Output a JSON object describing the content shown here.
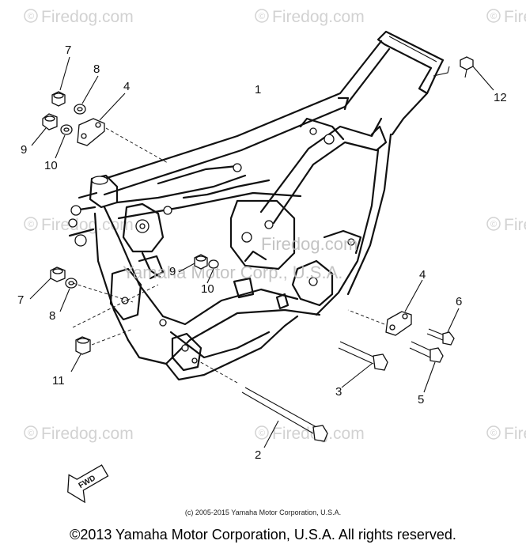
{
  "watermark": {
    "text": "Firedog.com",
    "overlay_text_1": "Firedog.com",
    "overlay_text_2": "Yamaha Motor Corp., U.S.A."
  },
  "callouts": {
    "c7_top": "7",
    "c8_top": "8",
    "c4_top": "4",
    "c9_top": "9",
    "c10_top": "10",
    "c1": "1",
    "c12": "12",
    "c9_mid": "9",
    "c10_mid": "10",
    "c7_left": "7",
    "c8_left": "8",
    "c11": "11",
    "c4_right": "4",
    "c6": "6",
    "c3": "3",
    "c5": "5",
    "c2": "2"
  },
  "fwd_label": "FWD",
  "small_copyright": "(c) 2005-2015 Yamaha Motor Corporation, U.S.A.",
  "main_copyright": "©2013 Yamaha Motor Corporation, U.S.A. All rights reserved."
}
